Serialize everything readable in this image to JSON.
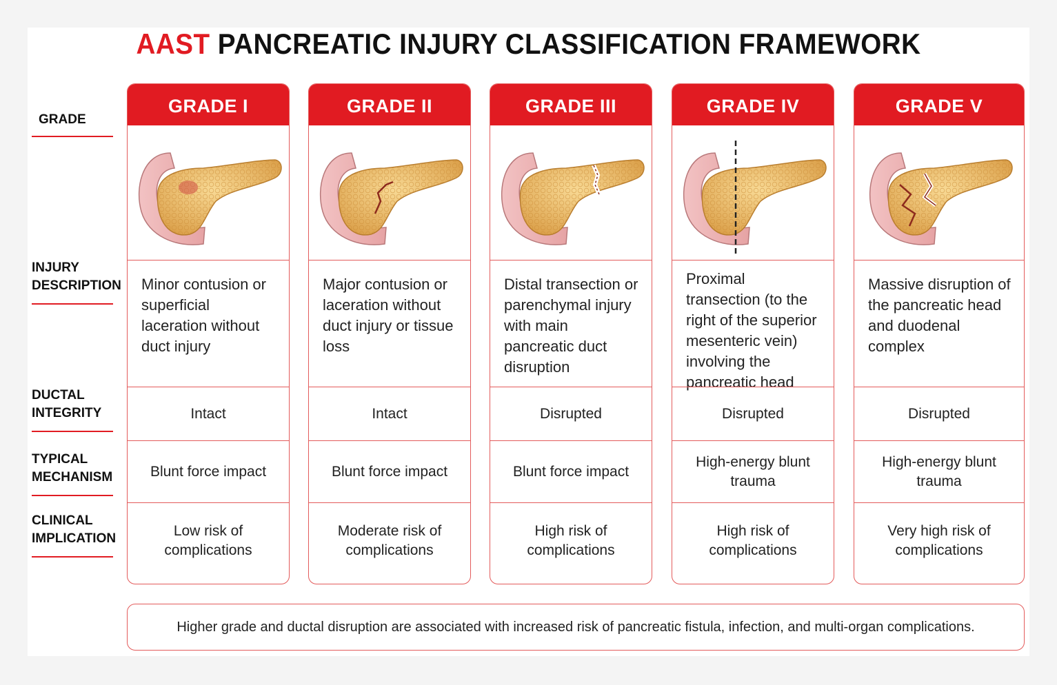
{
  "title": {
    "accent": "AAST",
    "rest": "PANCREATIC INJURY CLASSIFICATION FRAMEWORK"
  },
  "row_labels": {
    "grade": "GRADE",
    "injury": "INJURY DESCRIPTION",
    "ductal": "DUCTAL INTEGRITY",
    "mechanism": "TYPICAL MECHANISM",
    "clinical": "CLINICAL IMPLICATION"
  },
  "grades": [
    {
      "header": "GRADE I",
      "injury_type": "contusion",
      "description": "Minor contusion or superficial laceration without duct injury",
      "ductal": "Intact",
      "mechanism": "Blunt force impact",
      "clinical": "Low risk of complications"
    },
    {
      "header": "GRADE II",
      "injury_type": "laceration",
      "description": "Major contusion or laceration without duct injury or tissue loss",
      "ductal": "Intact",
      "mechanism": "Blunt force impact",
      "clinical": "Moderate risk of complications"
    },
    {
      "header": "GRADE III",
      "injury_type": "distal-transection",
      "description": "Distal transection or parenchymal injury with main pancreatic duct disruption",
      "ductal": "Disrupted",
      "mechanism": "Blunt force impact",
      "clinical": "High risk of complications"
    },
    {
      "header": "GRADE IV",
      "injury_type": "proximal-transection",
      "description": "Proximal transection (to the right of the superior mesenteric vein) involving the pancreatic head",
      "ductal": "Disrupted",
      "mechanism": "High-energy blunt trauma",
      "clinical": "High risk of complications"
    },
    {
      "header": "GRADE V",
      "injury_type": "massive-disruption",
      "description": "Massive disruption of the pancreatic head and duodenal complex",
      "ductal": "Disrupted",
      "mechanism": "High-energy blunt trauma",
      "clinical": "Very high risk of complications"
    }
  ],
  "footer": "Higher grade and ductal disruption are associated with increased risk of pancreatic fistula, infection, and multi-organ complications.",
  "colors": {
    "accent": "#e11b22",
    "border": "#e35a5a",
    "pancreas": "#eec170",
    "duodenum": "#e6a3a4"
  }
}
